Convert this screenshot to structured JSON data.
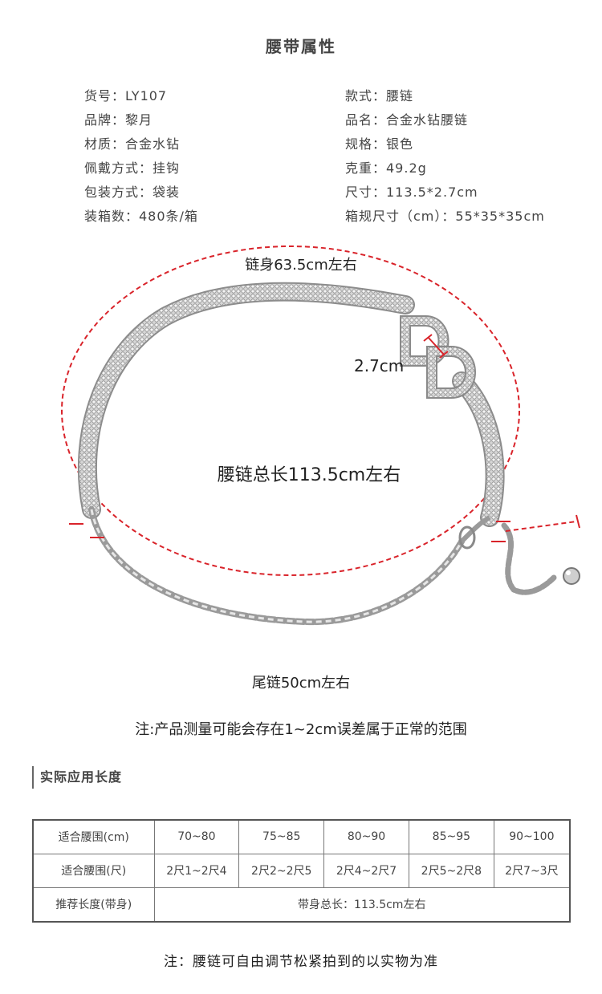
{
  "title": "腰带属性",
  "specs": [
    {
      "left": "货号：LY107",
      "right": "款式：腰链"
    },
    {
      "left": "品牌：黎月",
      "right": "品名：合金水钻腰链"
    },
    {
      "left": "材质：合金水钻",
      "right": "规格：银色"
    },
    {
      "left": "佩戴方式：挂钩",
      "right": "克重：49.2g"
    },
    {
      "left": "包装方式：袋装",
      "right": "尺寸：113.5*2.7cm"
    },
    {
      "left": "装箱数：480条/箱",
      "right": "箱规尺寸（cm）：55*35*35cm"
    }
  ],
  "product": {
    "body_label": "链身63.5cm左右",
    "width_label": "2.7cm",
    "total_label": "腰链总长113.5cm左右",
    "tail_label": "尾链50cm左右",
    "buckle_letters": "DD",
    "measure_color": "#d9232a",
    "chain_color": "#9a9a9a"
  },
  "note_measure": "注:产品测量可能会存在1~2cm误差属于正常的范围",
  "section_title": "实际应用长度",
  "size_table": {
    "rows": [
      {
        "head": "适合腰围(cm)",
        "cells": [
          "70~80",
          "75~85",
          "80~90",
          "85~95",
          "90~100"
        ]
      },
      {
        "head": "适合腰围(尺)",
        "cells": [
          "2尺1~2尺4",
          "2尺2~2尺5",
          "2尺4~2尺7",
          "2尺5~2尺8",
          "2尺7~3尺"
        ]
      }
    ],
    "recommend_head": "推荐长度(带身)",
    "recommend_value": "带身总长：113.5cm左右"
  },
  "note_adjust": "注：腰链可自由调节松紧拍到的以实物为准"
}
